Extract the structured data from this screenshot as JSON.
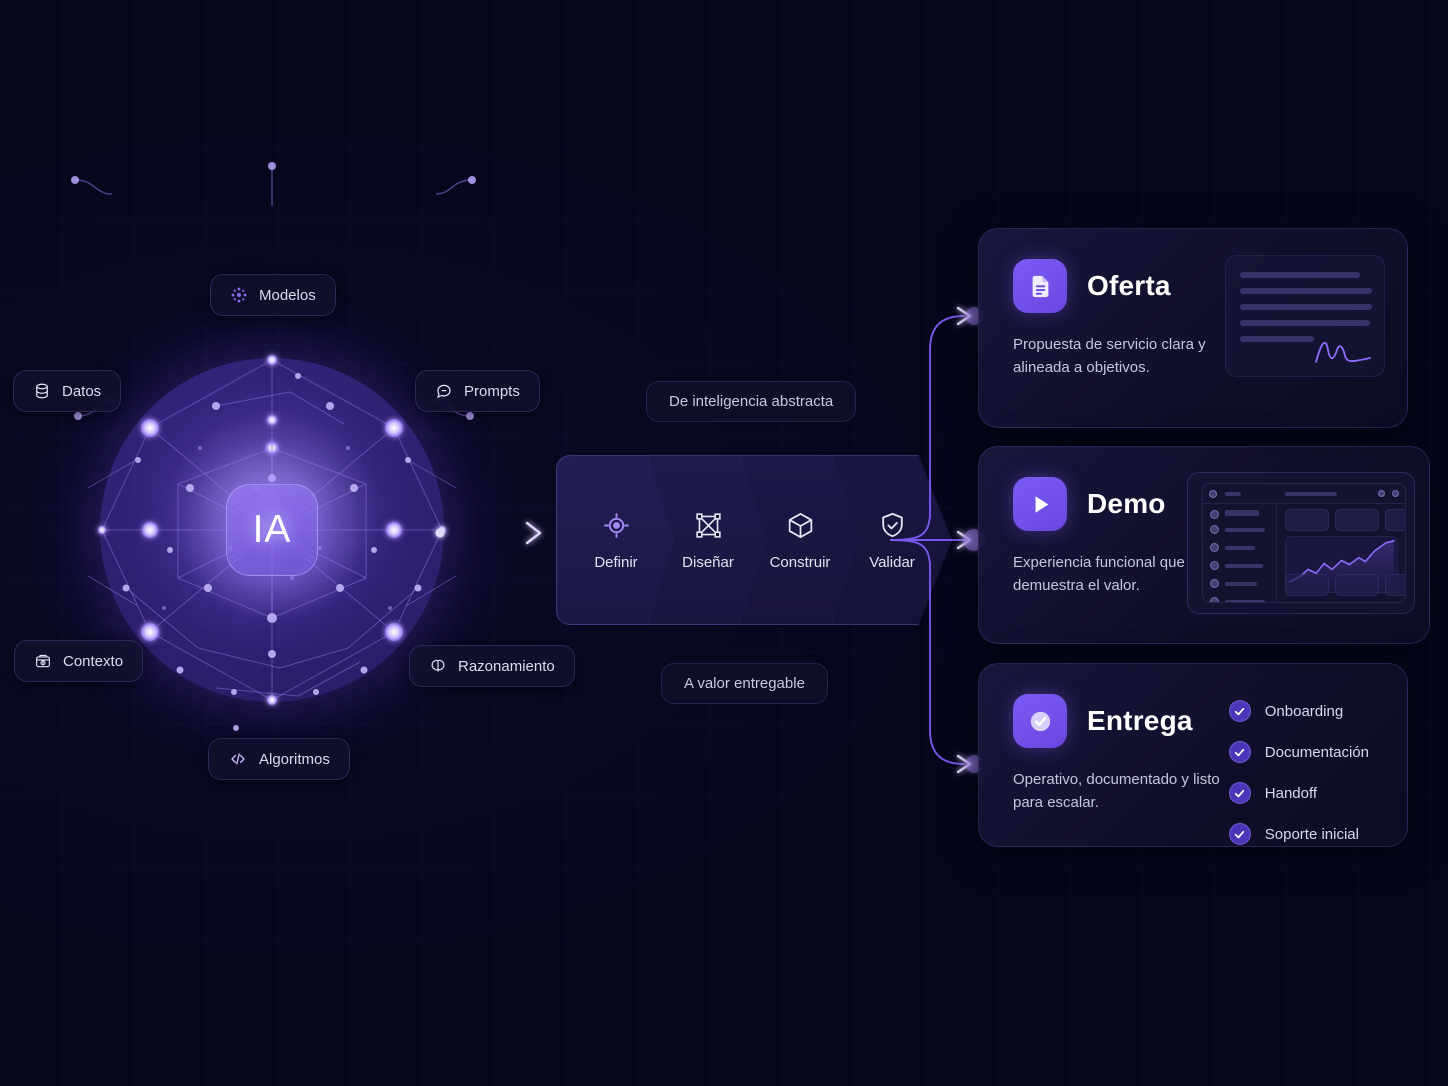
{
  "theme": {
    "background": "#05061a",
    "accent": "#7c5cf6",
    "accent_light": "#a78bfa",
    "text": "#dcdcee"
  },
  "ai_core": {
    "label": "IA",
    "capabilities": [
      {
        "label": "Modelos",
        "icon": "network-nodes-icon"
      },
      {
        "label": "Datos",
        "icon": "database-icon"
      },
      {
        "label": "Prompts",
        "icon": "chat-bubble-icon"
      },
      {
        "label": "Contexto",
        "icon": "context-box-icon"
      },
      {
        "label": "Razonamiento",
        "icon": "brain-icon"
      },
      {
        "label": "Algoritmos",
        "icon": "code-brackets-icon"
      }
    ]
  },
  "transition": {
    "from_label": "De inteligencia abstracta",
    "to_label": "A valor entregable"
  },
  "process": {
    "steps": [
      {
        "label": "Definir",
        "icon": "target-icon"
      },
      {
        "label": "Diseñar",
        "icon": "wireframe-icon"
      },
      {
        "label": "Construir",
        "icon": "cube-icon"
      },
      {
        "label": "Validar",
        "icon": "shield-check-icon"
      }
    ]
  },
  "outputs": [
    {
      "title": "Oferta",
      "icon": "document-icon",
      "description": "Propuesta de servicio clara y alineada a objetivos.",
      "visual": "document-mock"
    },
    {
      "title": "Demo",
      "icon": "play-icon",
      "description": "Experiencia funcional que demuestra el valor.",
      "visual": "dashboard-mock"
    },
    {
      "title": "Entrega",
      "icon": "check-circle-icon",
      "description": "Operativo, documentado y listo para escalar.",
      "visual": "checklist",
      "checklist": [
        "Onboarding",
        "Documentación",
        "Handoff",
        "Soporte inicial"
      ]
    }
  ]
}
